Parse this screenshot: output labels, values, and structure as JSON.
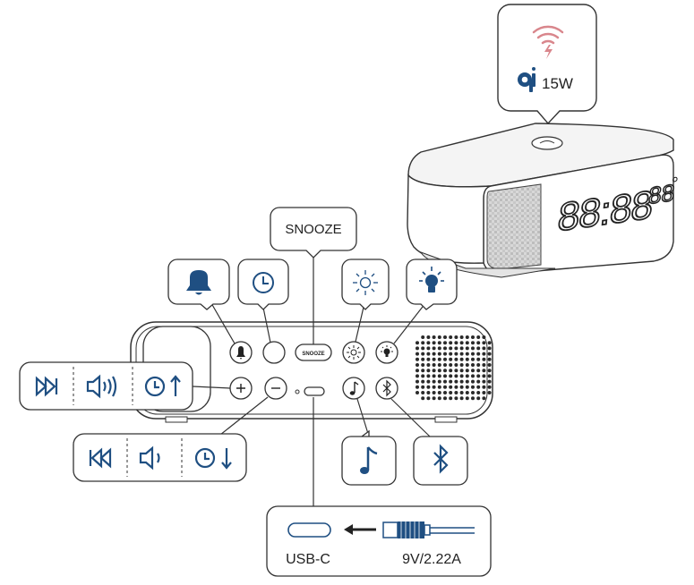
{
  "colors": {
    "accent": "#1f4f82",
    "wireless": "#d9868c",
    "outline": "#333333",
    "speaker": "#2a2a2a"
  },
  "wireless_charging": {
    "icon": "wireless-charging-icon",
    "brand_icon": "qi-icon",
    "power_label": "15W"
  },
  "clock_display": {
    "digits": "88:88",
    "small_digits": "88",
    "degree_mark": "°"
  },
  "top_callouts": {
    "snooze_label": "SNOOZE",
    "alarm_icon": "bell-icon",
    "clock_icon": "clock-icon",
    "brightness_icon": "brightness-icon",
    "light_icon": "light-bulb-icon"
  },
  "device_buttons": {
    "snooze_small_label": "SNOOZE"
  },
  "left_callouts": {
    "plus_group": [
      "skip-forward-icon",
      "volume-up-icon",
      "time-up-icon"
    ],
    "minus_group": [
      "skip-back-icon",
      "volume-down-icon",
      "time-down-icon"
    ]
  },
  "bottom_callouts": {
    "music_icon": "music-note-icon",
    "bluetooth_icon": "bluetooth-icon"
  },
  "power_callout": {
    "port_label": "USB-C",
    "adapter_label": "9V/2.22A"
  }
}
